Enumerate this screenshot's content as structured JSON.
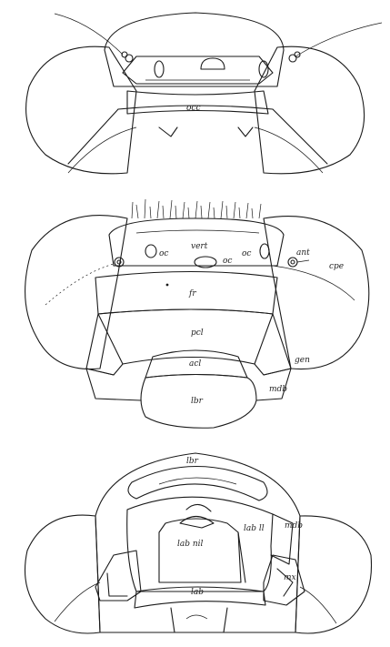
{
  "figure": {
    "views": [
      {
        "id": "posterior",
        "labels": {
          "occ": "occ"
        }
      },
      {
        "id": "anterior",
        "labels": {
          "vert": "vert",
          "oc_left": "oc",
          "oc_right": "oc",
          "ant": "ant",
          "cpe": "cpe",
          "fr": "fr",
          "pcl": "pcl",
          "acl": "acl",
          "gen": "gen",
          "mdb": "mdb",
          "lbr": "lbr"
        }
      },
      {
        "id": "ventral",
        "labels": {
          "lbr": "lbr",
          "labll": "lab ll",
          "mdb": "mdb",
          "labnil": "lab nil",
          "lab": "lab",
          "mx": "mx"
        }
      }
    ]
  }
}
